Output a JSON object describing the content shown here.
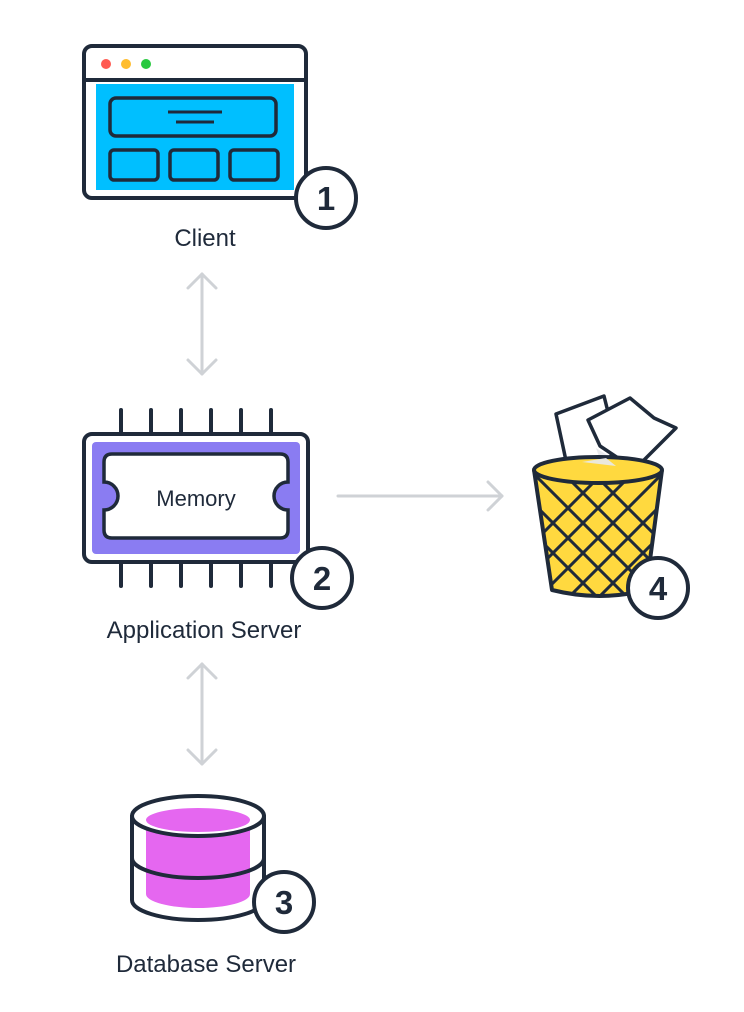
{
  "client": {
    "label": "Client",
    "badge": "1",
    "icon": "browser-window-icon",
    "screen_color": "#00bfff",
    "dot_colors": [
      "#ff5a52",
      "#ffbd2e",
      "#27c93f"
    ]
  },
  "app_server": {
    "label": "Application Server",
    "badge": "2",
    "icon": "memory-chip-icon",
    "chip_label": "Memory",
    "chip_color": "#8a7cf2"
  },
  "db_server": {
    "label": "Database Server",
    "badge": "3",
    "icon": "database-icon",
    "fill_color": "#e567f0"
  },
  "trash": {
    "badge": "4",
    "icon": "trash-bin-icon",
    "fill_color": "#ffd93f"
  },
  "colors": {
    "outline": "#1f2a3a",
    "connector": "#cfd2d6"
  }
}
